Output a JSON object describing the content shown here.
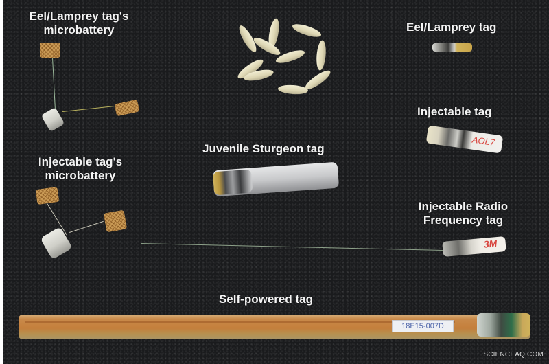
{
  "labels": {
    "eel_battery_line1": "Eel/Lamprey tag's",
    "eel_battery_line2": "microbattery",
    "eel_tag": "Eel/Lamprey tag",
    "injectable_tag": "Injectable tag",
    "juvenile_sturgeon_tag": "Juvenile Sturgeon tag",
    "injectable_battery_line1": "Injectable tag's",
    "injectable_battery_line2": "microbattery",
    "rf_tag_line1": "Injectable Radio",
    "rf_tag_line2": "Frequency tag",
    "self_powered_tag": "Self-powered tag"
  },
  "tag_markings": {
    "injectable_tag_mark": "AOL7",
    "rf_tag_mark": "3M",
    "self_powered_id": "18E15-007D"
  },
  "watermark": "SCIENCEAQ.COM",
  "colors": {
    "background": "#1a1b1d",
    "label_text": "#f4f4f4",
    "mesh_gold": "#c99a55",
    "self_powered_orange": "#c98a4a"
  }
}
